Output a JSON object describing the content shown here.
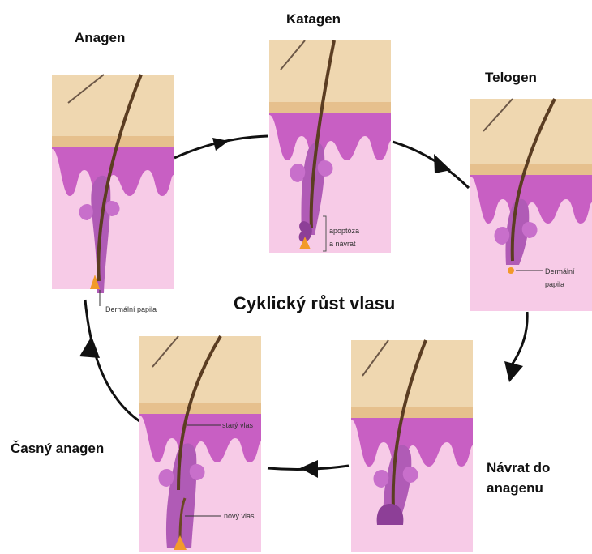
{
  "title": "Cyklický růst vlasu",
  "stages": {
    "anagen": "Anagen",
    "katagen": "Katagen",
    "telogen": "Telogen",
    "return_line1": "Návrat do",
    "return_line2": "anagenu",
    "early_anagen": "Časný anagen"
  },
  "annotations": {
    "apoptosis_line1": "apoptóza",
    "apoptosis_line2": "a návrat",
    "dermal_papilla": "Dermální papila",
    "telogen_papilla_line1": "Dermální",
    "telogen_papilla_line2": "papila",
    "old_hair": "starý vlas",
    "new_hair": "nový vlas"
  },
  "colors": {
    "skin_surface": "#efd7b0",
    "skin_band": "#e8c694",
    "dermis_top": "#c85fc3",
    "dermis": "#f7cbe7",
    "follicle": "#a24cab",
    "hair_shaft": "#5b3d22",
    "papilla": "#f29a29",
    "arrow": "#111111"
  }
}
